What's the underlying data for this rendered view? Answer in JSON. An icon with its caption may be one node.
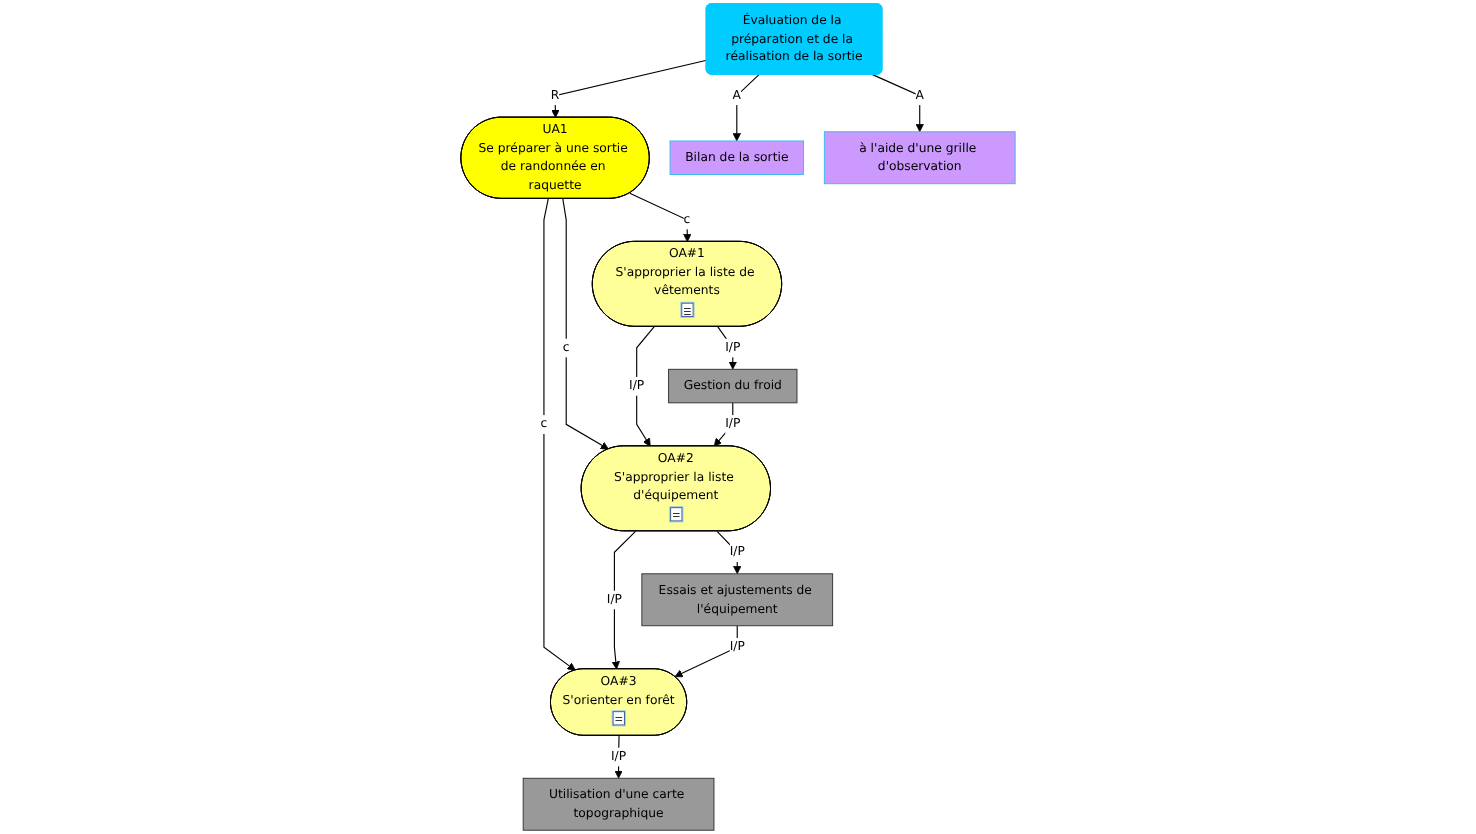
{
  "diagram": {
    "nodes": [
      {
        "text": [
          "Évaluation de la préparation et de la réalisation de la sortie"
        ]
      },
      {
        "text": [
          "UA1",
          "Se préparer à une sortie de randonnée en raquette"
        ]
      },
      {
        "text": [
          "Bilan de la sortie"
        ]
      },
      {
        "text": [
          "à l'aide d'une grille d'observation"
        ]
      },
      {
        "text": [
          "OA#1",
          "S'approprier la liste de vêtements"
        ]
      },
      {
        "text": [
          "OA#2",
          "S'approprier la liste d'équipement"
        ]
      },
      {
        "text": [
          "OA#3",
          "S'orienter en forêt"
        ]
      },
      {
        "text": [
          "Gestion du froid"
        ]
      },
      {
        "text": [
          "Utilisation d'une carte topographique"
        ]
      },
      {
        "text": [
          "Essais et ajustements de l'équipement"
        ]
      }
    ],
    "edges": [
      {
        "from": 0,
        "to": 1,
        "arrow": "to",
        "label": "R"
      },
      {
        "from": 0,
        "to": 3,
        "arrow": "to",
        "label": "A"
      },
      {
        "from": 0,
        "to": 2,
        "arrow": "to",
        "label": "A"
      },
      {
        "from": 1,
        "to": 4,
        "arrow": "to",
        "label": "c"
      },
      {
        "from": 1,
        "to": 5,
        "arrow": "to",
        "label": "c"
      },
      {
        "from": 1,
        "to": 6,
        "arrow": "to",
        "label": "c"
      },
      {
        "from": 4,
        "to": 5,
        "arrow": "to",
        "label": "I/P"
      },
      {
        "from": 4,
        "to": 7,
        "arrow": "to",
        "label": "I/P"
      },
      {
        "from": 7,
        "to": 5,
        "arrow": "to",
        "label": "I/P"
      },
      {
        "from": 5,
        "to": 6,
        "arrow": "to",
        "label": "I/P"
      },
      {
        "from": 5,
        "to": 9,
        "arrow": "to",
        "label": "I/P"
      },
      {
        "from": 9,
        "to": 6,
        "arrow": "to",
        "label": "I/P"
      },
      {
        "from": 6,
        "to": 8,
        "arrow": "to",
        "label": "I/P"
      }
    ]
  }
}
